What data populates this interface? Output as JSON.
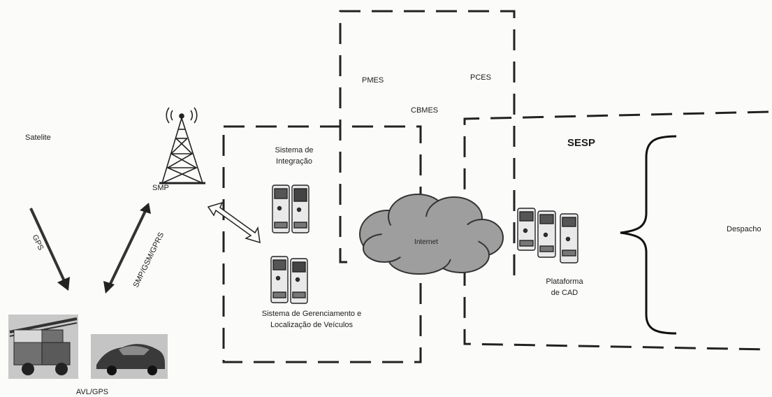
{
  "labels": {
    "satellite": "Satelite",
    "gps": "GPS",
    "smp": "SMP",
    "smp_link": "SMP/GSM/GPRS",
    "avl": "AVL/GPS",
    "integration_line1": "Sistema de",
    "integration_line2": "Integração",
    "vehicle_mgmt_line1": "Sistema de Gerenciamento e",
    "vehicle_mgmt_line2": "Localização de Veículos",
    "pmes": "PMES",
    "pces": "PCES",
    "cbmes": "CBMES",
    "sesp": "SESP",
    "internet": "Internet",
    "cad_line1": "Plataforma",
    "cad_line2": "de CAD",
    "dispatch": "Despacho"
  }
}
